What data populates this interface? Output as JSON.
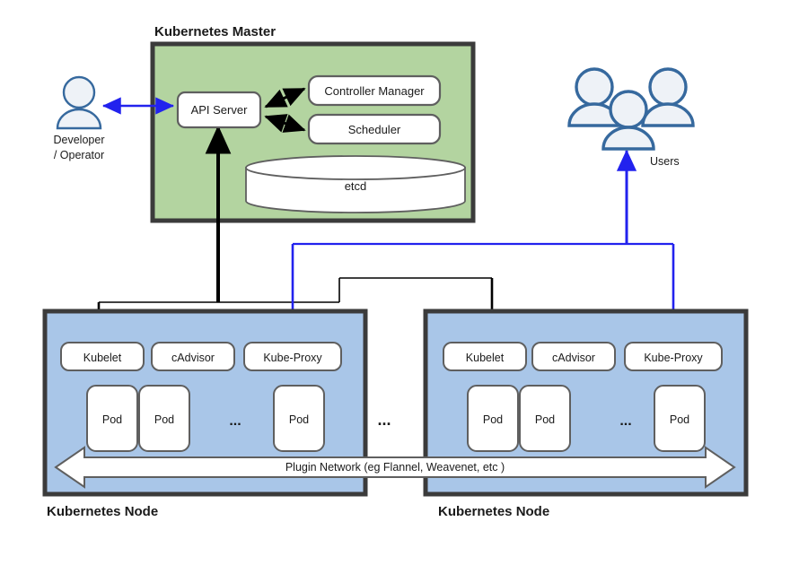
{
  "diagram": {
    "title_master": "Kubernetes Master",
    "node_label_left": "Kubernetes Node",
    "node_label_right": "Kubernetes Node",
    "ellipsis_between_nodes": "...",
    "plugin_network_label": "Plugin Network (eg Flannel, Weavenet, etc )"
  },
  "actors": {
    "developer": {
      "label_line1": "Developer",
      "label_line2": "/ Operator",
      "icon": "person-icon"
    },
    "users": {
      "label": "Users",
      "icon": "people-group-icon",
      "count": 3
    }
  },
  "master": {
    "components": [
      {
        "id": "api-server",
        "label": "API Server"
      },
      {
        "id": "controller-manager",
        "label": "Controller Manager"
      },
      {
        "id": "scheduler",
        "label": "Scheduler"
      }
    ],
    "datastore": {
      "id": "etcd",
      "label": "etcd",
      "shape": "cylinder"
    }
  },
  "nodes": [
    {
      "id": "node-left",
      "title": "Kubernetes Node",
      "agents": [
        {
          "id": "kubelet",
          "label": "Kubelet"
        },
        {
          "id": "cadvisor",
          "label": "cAdvisor"
        },
        {
          "id": "kube-proxy",
          "label": "Kube-Proxy"
        }
      ],
      "pods": [
        {
          "label": "Pod"
        },
        {
          "label": "Pod"
        },
        {
          "label": "..."
        },
        {
          "label": "Pod"
        }
      ]
    },
    {
      "id": "node-right",
      "title": "Kubernetes Node",
      "agents": [
        {
          "id": "kubelet",
          "label": "Kubelet"
        },
        {
          "id": "cadvisor",
          "label": "cAdvisor"
        },
        {
          "id": "kube-proxy",
          "label": "Kube-Proxy"
        }
      ],
      "pods": [
        {
          "label": "Pod"
        },
        {
          "label": "Pod"
        },
        {
          "label": "..."
        },
        {
          "label": "Pod"
        }
      ]
    }
  ],
  "colors": {
    "master_fill": "#b3d4a0",
    "node_fill": "#a9c6e8",
    "box_fill": "#ffffff",
    "stroke_dark": "#3b3b3b",
    "stroke_box": "#5f5f5f",
    "arrow_black": "#000000",
    "arrow_blue": "#2222ee",
    "actor_fill": "#eef2f7",
    "actor_stroke": "#36699e",
    "text": "#1a1a1a"
  }
}
